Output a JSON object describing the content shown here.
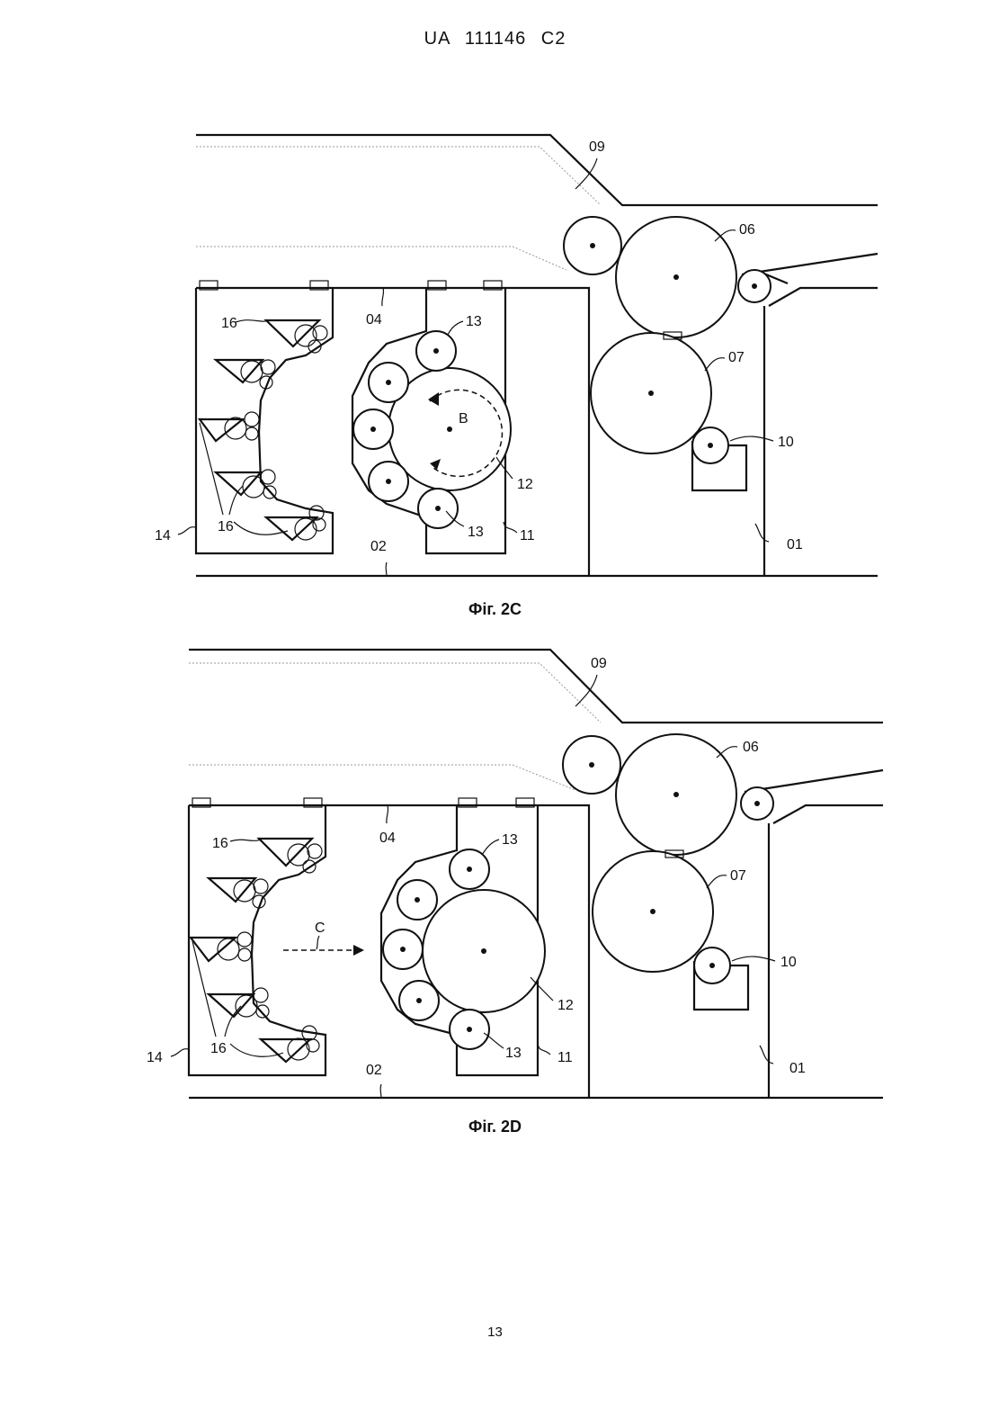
{
  "header": "UA   111146   C2",
  "figure_c": {
    "caption": "Фіг. 2С",
    "labels": {
      "l09": "09",
      "l06": "06",
      "l07": "07",
      "l10": "10",
      "l01": "01",
      "l02": "02",
      "l04": "04",
      "l11": "11",
      "l12": "12",
      "l13a": "13",
      "l13b": "13",
      "l14": "14",
      "l16a": "16",
      "l16b": "16",
      "lB": "B"
    }
  },
  "figure_d": {
    "caption": "Фіг. 2D",
    "labels": {
      "l09": "09",
      "l06": "06",
      "l07": "07",
      "l10": "10",
      "l01": "01",
      "l02": "02",
      "l04": "04",
      "l11": "11",
      "l12": "12",
      "l13a": "13",
      "l13b": "13",
      "l14": "14",
      "l16a": "16",
      "l16b": "16",
      "lC": "C"
    }
  },
  "page_number": "13"
}
